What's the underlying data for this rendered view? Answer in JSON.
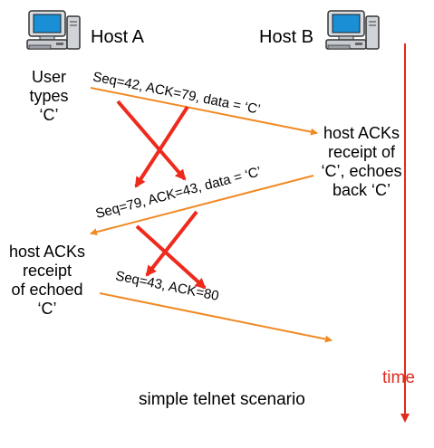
{
  "hosts": {
    "a_label": "Host A",
    "b_label": "Host B"
  },
  "notes": {
    "user_types": "User\ntypes\n‘C’",
    "host_b_acks": "host ACKs\nreceipt of\n‘C’, echoes\nback ‘C’",
    "host_a_acks": "host ACKs\nreceipt\nof echoed\n‘C’"
  },
  "segments": {
    "seg1": "Seq=42, ACK=79, data = ‘C’",
    "seg2": "Seq=79, ACK=43, data = ‘C’",
    "seg3": "Seq=43, ACK=80"
  },
  "time_label": "time",
  "caption": "simple telnet scenario",
  "icons": {
    "host_a": "desktop-computer-icon",
    "host_b": "desktop-computer-icon"
  },
  "colors": {
    "segment_arrow": "#f08a24",
    "cross_arrow": "#ee2a1c",
    "time_axis": "#e02a1c"
  }
}
